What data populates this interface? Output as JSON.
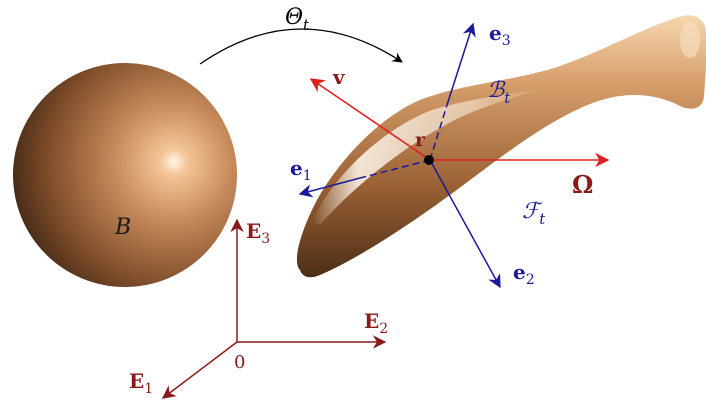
{
  "colors": {
    "ground_frame": "#8b1a1a",
    "body_frame": "#1a1a9a",
    "velocity": "#e0201e",
    "math_label": "#000000"
  },
  "labels": {
    "reference_body": "B",
    "map": "Θ",
    "map_sub": "t",
    "current_body": "ℬ",
    "current_body_sub": "t",
    "body_frame": "ℱ",
    "body_frame_sub": "t",
    "position": "r",
    "velocity": "v",
    "angular_velocity": "Ω",
    "origin": "0",
    "e1": "e",
    "e1_sub": "1",
    "e2": "e",
    "e2_sub": "2",
    "e3": "e",
    "e3_sub": "3",
    "E1": "E",
    "E1_sub": "1",
    "E2": "E",
    "E2_sub": "2",
    "E3": "E",
    "E3_sub": "3"
  }
}
